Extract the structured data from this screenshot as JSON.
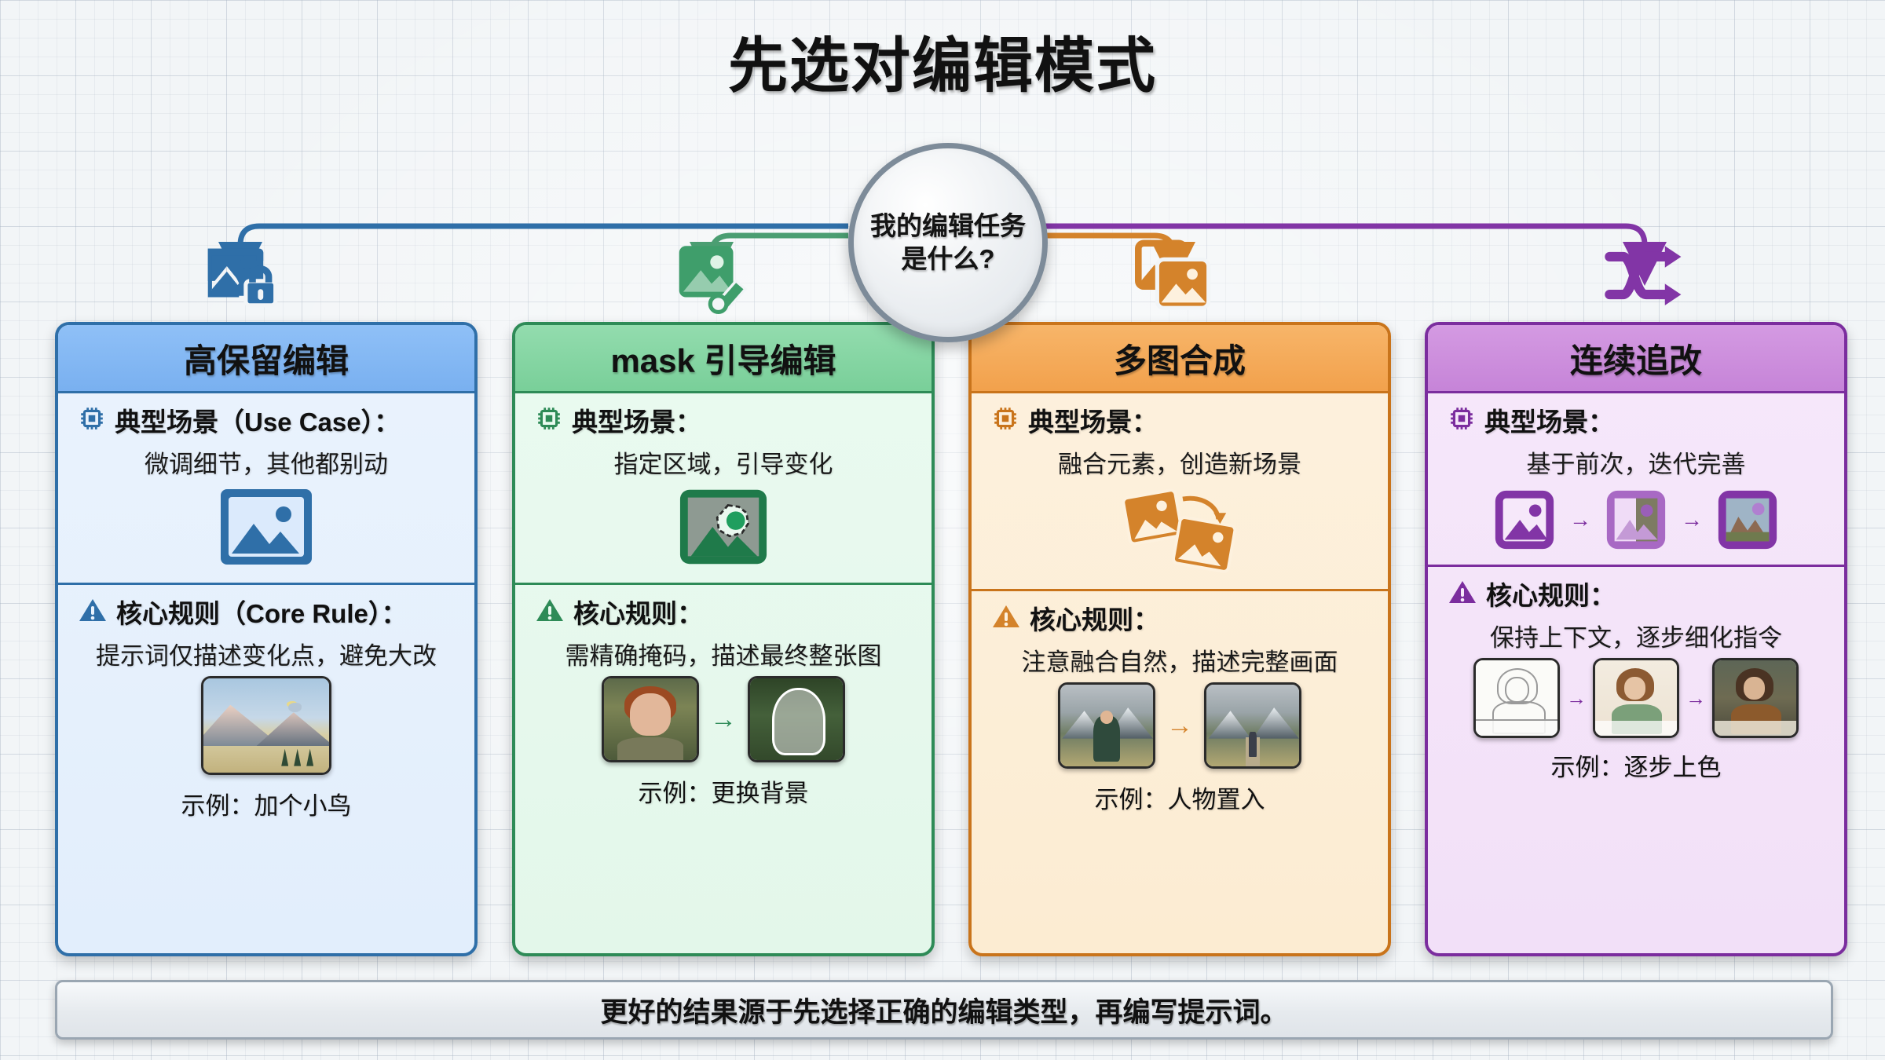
{
  "title": "先选对编辑模式",
  "hub": {
    "line1": "我的编辑任务",
    "line2": "是什么?"
  },
  "section_labels": {
    "use_case_generic": "典型场景：",
    "core_rule_generic": "核心规则："
  },
  "cards": [
    {
      "id": "high-fidelity-edit",
      "title": "高保留编辑",
      "accent": "#2f6fa8",
      "top_icon": "image-lock-icon",
      "use_case_label": "典型场景（Use Case）：",
      "use_case_text": "微调细节，其他都别动",
      "use_case_icon": "chip-icon",
      "illustration": "image-picture-icon",
      "core_rule_label": "核心规则（Core Rule）：",
      "core_rule_text": "提示词仅描述变化点，避免大改",
      "core_rule_icon": "warning-triangle-icon",
      "example_caption": "示例：加个小鸟",
      "example_thumbs": 1
    },
    {
      "id": "mask-guided-edit",
      "title": "mask 引导编辑",
      "accent": "#2e8b57",
      "top_icon": "image-brush-icon",
      "use_case_label": "典型场景：",
      "use_case_text": "指定区域，引导变化",
      "use_case_icon": "chip-icon",
      "illustration": "image-mask-selection-icon",
      "core_rule_label": "核心规则：",
      "core_rule_text": "需精确掩码，描述最终整张图",
      "core_rule_icon": "warning-triangle-icon",
      "example_caption": "示例：更换背景",
      "example_thumbs": 2
    },
    {
      "id": "multi-image-composition",
      "title": "多图合成",
      "accent": "#c9741b",
      "top_icon": "stacked-images-icon",
      "use_case_label": "典型场景：",
      "use_case_text": "融合元素，创造新场景",
      "use_case_icon": "chip-icon",
      "illustration": "two-photos-merge-icon",
      "core_rule_label": "核心规则：",
      "core_rule_text": "注意融合自然，描述完整画面",
      "core_rule_icon": "warning-triangle-icon",
      "example_caption": "示例：人物置入",
      "example_thumbs": 2
    },
    {
      "id": "iterative-refinement",
      "title": "连续追改",
      "accent": "#7b2d9e",
      "top_icon": "shuffle-icon",
      "use_case_label": "典型场景：",
      "use_case_text": "基于前次，迭代完善",
      "use_case_icon": "chip-icon",
      "illustration": "three-step-progression-icon",
      "core_rule_label": "核心规则：",
      "core_rule_text": "保持上下文，逐步细化指令",
      "core_rule_icon": "warning-triangle-icon",
      "example_caption": "示例：逐步上色",
      "example_thumbs": 3
    }
  ],
  "arrow_glyph": "→",
  "footer": "更好的结果源于先选择正确的编辑类型，再编写提示词。"
}
